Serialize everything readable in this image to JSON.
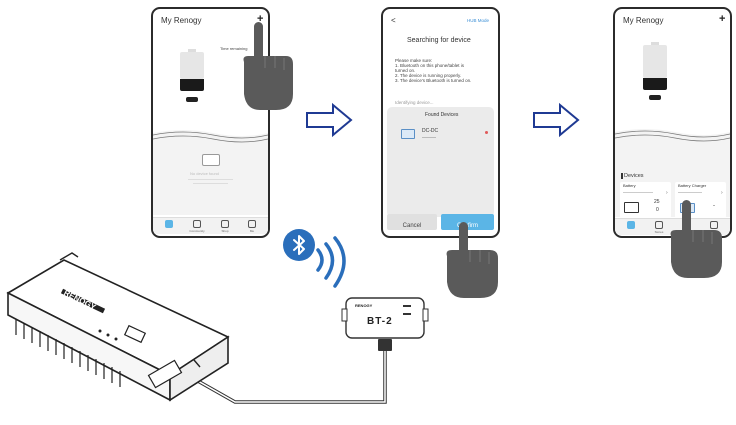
{
  "phone1": {
    "app_title": "My Renogy",
    "add_symbol": "+",
    "time_remaining": "Time remaining",
    "empty_title": "No device found",
    "nav": [
      "",
      "Community",
      "Shop",
      "Me"
    ]
  },
  "phone2": {
    "back_symbol": "<",
    "hub_mode": "HUB Mode",
    "title": "Searching for device",
    "instructions": [
      "Please make sure:",
      "1. Bluetooth on this phone/tablet is",
      "turned on.",
      "2. The device is running properly.",
      "3. The device's Bluetooth is turned on."
    ],
    "identifying": "Identifying device...",
    "found_title": "Found Devices",
    "device_name": "DC-DC",
    "cancel_label": "Cancel",
    "confirm_label": "Confirm"
  },
  "phone3": {
    "app_title": "My Renogy",
    "add_symbol": "+",
    "devices_title": "Devices",
    "card1_title": "Battery",
    "card1_value1": "25",
    "card1_value2": "0",
    "card2_title": "Battery Charger",
    "card2_value": "-",
    "nav": [
      "",
      "Stores",
      "Community",
      "Me"
    ]
  },
  "hardware": {
    "brand": "RENOGY",
    "module_brand": "RENOGY",
    "module_label": "BT-2"
  },
  "colors": {
    "arrow_fill": "#ffffff",
    "arrow_stroke": "#1f3a93",
    "bluetooth_blue": "#2a6ebb",
    "confirm_blue": "#5bb5e6",
    "battery_dark": "#1a1a1a"
  }
}
